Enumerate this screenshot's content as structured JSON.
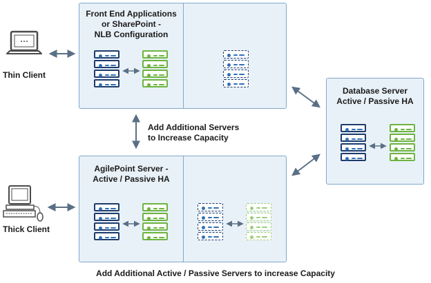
{
  "clients": {
    "thin": "Thin Client",
    "thick": "Thick Client"
  },
  "panels": {
    "frontend_title": "Front End Applications\nor SharePoint -\nNLB Configuration",
    "agilepoint_title": "AgilePoint Server -\nActive / Passive HA",
    "database_title": "Database Server\nActive / Passive HA"
  },
  "labels": {
    "add_servers": "Add Additional Servers\nto Increase Capacity",
    "bottom_caption": "Add Additional Active / Passive Servers to increase Capacity"
  },
  "colors": {
    "panel_fill": "#e9f1f8",
    "panel_border": "#7ea7cc",
    "navy": "#1c3a6b",
    "blue": "#2f6fb6",
    "green": "#6cb33f",
    "dashed_green": "#9ccd7a",
    "arrow": "#5a6f86"
  }
}
